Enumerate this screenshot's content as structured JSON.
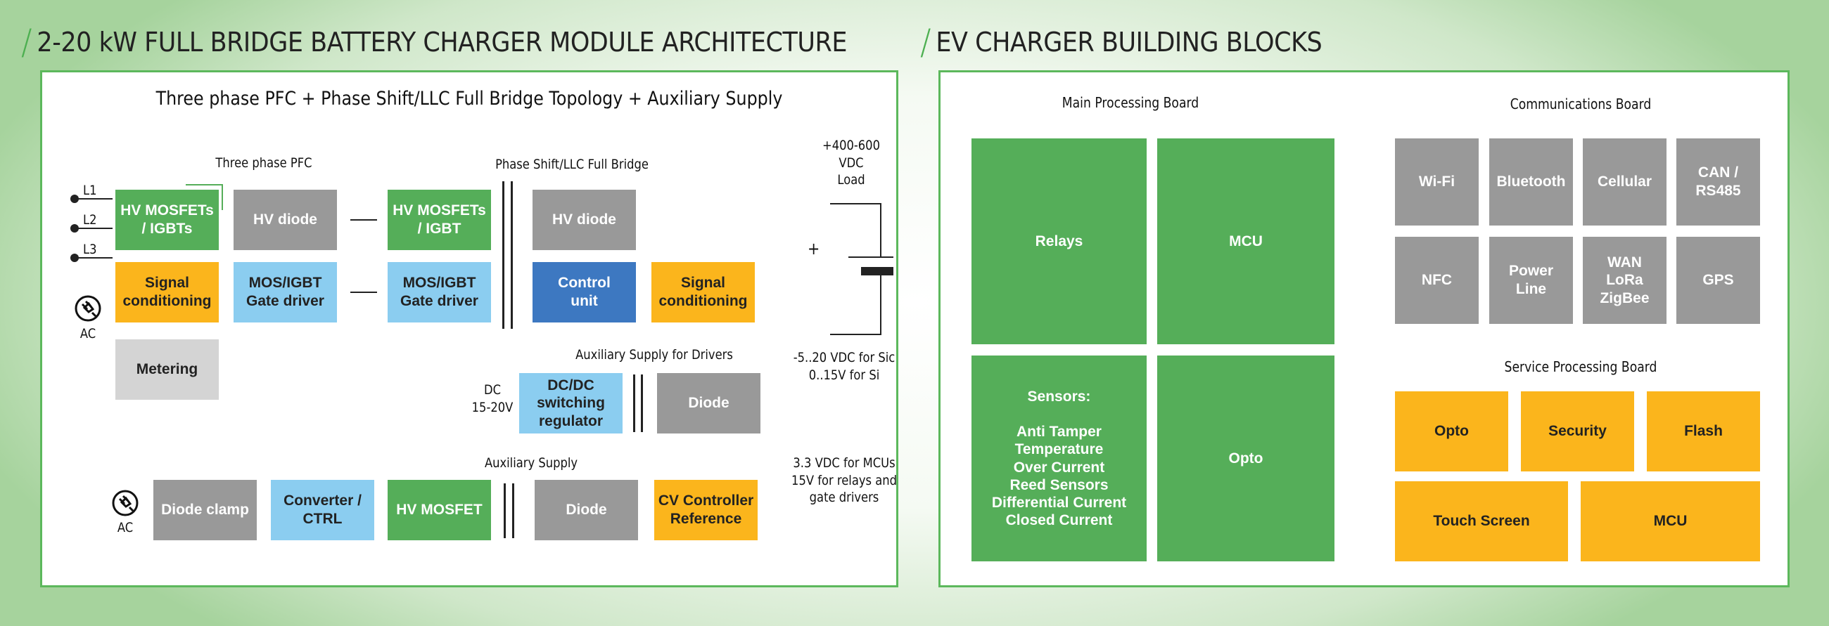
{
  "left": {
    "heading": "2-20 kW FULL BRIDGE BATTERY CHARGER MODULE ARCHITECTURE",
    "title": "Three phase PFC + Phase Shift/LLC Full Bridge Topology + Auxiliary Supply",
    "labels": {
      "pfc": "Three phase PFC",
      "full_bridge": "Phase Shift/LLC Full Bridge",
      "load": "+400-600\nVDC\nLoad",
      "aux_drivers": "Auxiliary Supply for Drivers",
      "dc_in": "DC\n15-20V",
      "vdc_sic": "-5..20 VDC for Sic\n0..15V for Si",
      "aux": "Auxiliary Supply",
      "mcu_supply": "3.3 VDC for MCUs\n15V for relays and\ngate drivers",
      "ac1": "AC",
      "ac2": "AC",
      "l1": "L1",
      "l2": "L2",
      "l3": "L3",
      "plus": "+"
    },
    "blocks": {
      "hv_mosfets_igbts": "HV MOSFETs\n/ IGBTs",
      "hv_diode_1": "HV diode",
      "hv_mosfets_igbt": "HV MOSFETs\n/ IGBT",
      "hv_diode_2": "HV diode",
      "signal_cond_1": "Signal\nconditioning",
      "gate_driver_1": "MOS/IGBT\nGate driver",
      "gate_driver_2": "MOS/IGBT\nGate driver",
      "control_unit": "Control\nunit",
      "signal_cond_2": "Signal\nconditioning",
      "metering": "Metering",
      "dcdc": "DC/DC\nswitching\nregulator",
      "diode_1": "Diode",
      "diode_clamp": "Diode clamp",
      "converter": "Converter /\nCTRL",
      "hv_mosfet": "HV MOSFET",
      "diode_2": "Diode",
      "cv_controller": "CV Controller\nReference"
    }
  },
  "right": {
    "heading": "EV CHARGER BUILDING BLOCKS",
    "main_board": {
      "title": "Main Processing Board",
      "relays": "Relays",
      "mcu": "MCU",
      "sensors": "Sensors:\n\nAnti Tamper\nTemperature\nOver Current\nReed Sensors\nDifferential Current\nClosed Current",
      "opto": "Opto"
    },
    "comm_board": {
      "title": "Communications Board",
      "items": [
        "Wi-Fi",
        "Bluetooth",
        "Cellular",
        "CAN /\nRS485",
        "NFC",
        "Power Line",
        "WAN\nLoRa\nZigBee",
        "GPS"
      ]
    },
    "service_board": {
      "title": "Service Processing Board",
      "opto": "Opto",
      "security": "Security",
      "flash": "Flash",
      "touch": "Touch Screen",
      "mcu": "MCU"
    }
  },
  "colors": {
    "green": "#55ae59",
    "grey": "#999999",
    "light_grey": "#d4d4d4",
    "yellow": "#fbb51c",
    "light_blue": "#8bcdf0",
    "dark_blue": "#3d78c1",
    "border": "#5cb85c"
  },
  "icons": [
    "ac-plug-icon",
    "ac-plug-icon",
    "battery-symbol-icon"
  ]
}
